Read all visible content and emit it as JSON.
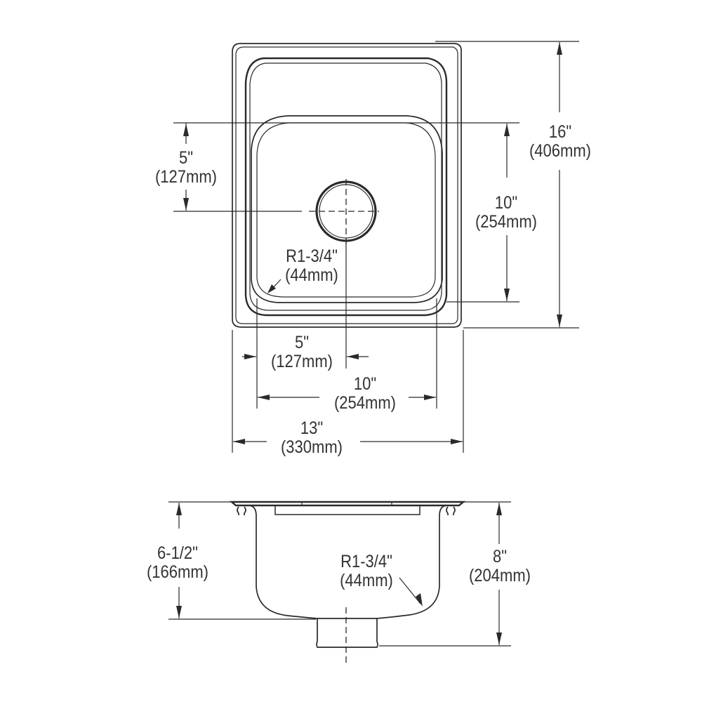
{
  "diagram": {
    "type": "technical-drawing",
    "subject": "single-bowl drop-in sink",
    "colors": {
      "line": "#2a2a2a",
      "text": "#333333",
      "background": "#ffffff"
    }
  },
  "top_view": {
    "dimensions": {
      "drain_from_top": {
        "inch": "5\"",
        "mm": "(127mm)"
      },
      "overall_length": {
        "inch": "16\"",
        "mm": "(406mm)"
      },
      "bowl_length": {
        "inch": "10\"",
        "mm": "(254mm)"
      },
      "corner_radius": {
        "inch": "R1-3/4\"",
        "mm": "(44mm)"
      },
      "drain_from_side": {
        "inch": "5\"",
        "mm": "(127mm)"
      },
      "bowl_width": {
        "inch": "10\"",
        "mm": "(254mm)"
      },
      "overall_width": {
        "inch": "13\"",
        "mm": "(330mm)"
      }
    }
  },
  "side_view": {
    "dimensions": {
      "bowl_depth": {
        "inch": "6-1/2\"",
        "mm": "(166mm)"
      },
      "corner_radius": {
        "inch": "R1-3/4\"",
        "mm": "(44mm)"
      },
      "overall_depth": {
        "inch": "8\"",
        "mm": "(204mm)"
      }
    }
  }
}
